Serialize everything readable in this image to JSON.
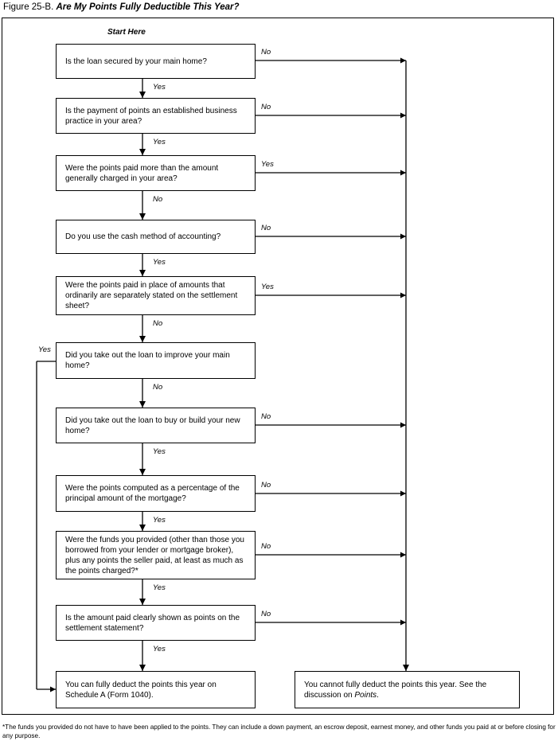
{
  "figure": {
    "label": "Figure 25-B.",
    "title": "Are My Points Fully Deductible This Year?"
  },
  "start_label": "Start Here",
  "questions": [
    {
      "text": "Is the loan secured by your main home?",
      "down_label": "Yes",
      "side_label": "No"
    },
    {
      "text": "Is the payment of points an established business practice in your area?",
      "down_label": "Yes",
      "side_label": "No"
    },
    {
      "text": "Were the points paid more than the amount generally charged in your area?",
      "down_label": "No",
      "side_label": "Yes"
    },
    {
      "text": "Do you use the cash method of accounting?",
      "down_label": "Yes",
      "side_label": "No"
    },
    {
      "text": "Were the points paid in place of amounts that ordinarily are separately stated on the settlement sheet?",
      "down_label": "No",
      "side_label": "Yes"
    },
    {
      "text": "Did you take out the loan to improve your main home?",
      "down_label": "No",
      "side_label": "Yes"
    },
    {
      "text": "Did you take out the loan to buy or build your new home?",
      "down_label": "Yes",
      "side_label": "No"
    },
    {
      "text": "Were the points computed as a percentage of the principal amount of the mortgage?",
      "down_label": "Yes",
      "side_label": "No"
    },
    {
      "text": "Were the funds you provided (other than those you borrowed from your lender or mortgage broker), plus any points the seller paid, at least as much as the points charged?*",
      "down_label": "Yes",
      "side_label": "No"
    },
    {
      "text": "Is the amount paid clearly shown as points on the settlement statement?",
      "down_label": "Yes",
      "side_label": "No"
    }
  ],
  "outcomes": {
    "yes": "You can fully deduct the points this year on Schedule A (Form 1040).",
    "no_prefix": "You cannot fully deduct the points this year. See the discussion on ",
    "no_term": "Points",
    "no_suffix": "."
  },
  "footnote": "*The funds you provided do not have to have been applied to the points. They can include a down payment, an escrow deposit, earnest money, and other funds you paid at or before closing for any purpose."
}
